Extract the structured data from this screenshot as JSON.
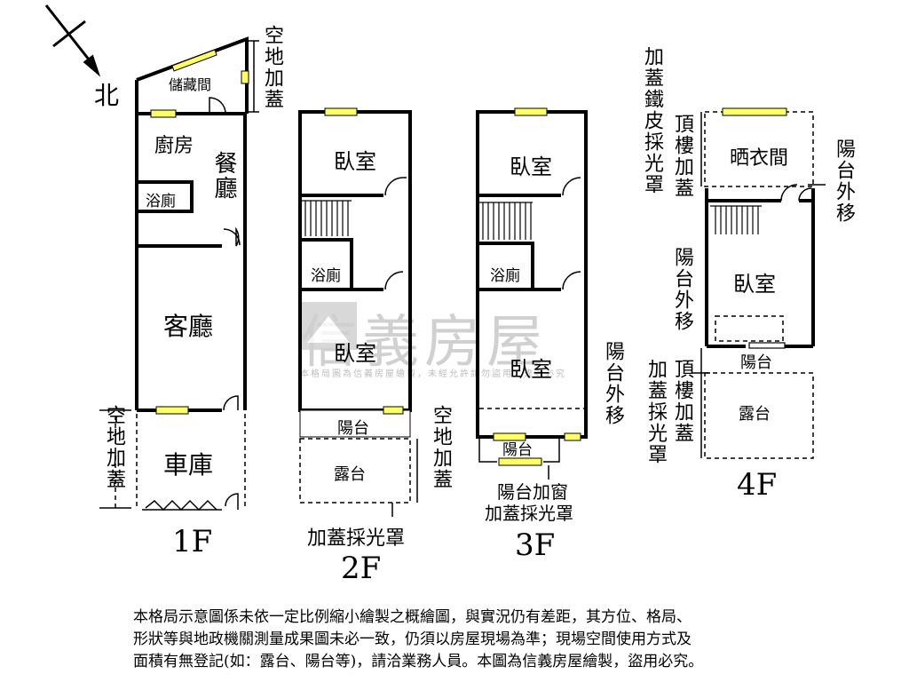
{
  "compass": {
    "north_label": "北"
  },
  "floors": {
    "f1": {
      "label": "1F",
      "rooms": {
        "storage": "儲藏間",
        "kitchen": "廚房",
        "dining": "餐廳",
        "bath": "浴廁",
        "living": "客廳",
        "garage": "車庫"
      },
      "notes": {
        "top_ext": "空地加蓋",
        "garage_ext": "空地加蓋"
      }
    },
    "f2": {
      "label": "2F",
      "rooms": {
        "bed_top": "臥室",
        "bath": "浴廁",
        "bed_bottom": "臥室",
        "balcony": "陽台",
        "terrace": "露台"
      },
      "notes": {
        "side_ext": "空地加蓋",
        "skylight": "加蓋採光罩"
      }
    },
    "f3": {
      "label": "3F",
      "rooms": {
        "bed_top": "臥室",
        "bath": "浴廁",
        "bed_bottom": "臥室",
        "balcony": "陽台"
      },
      "notes": {
        "balcony_moved": "陽台外移",
        "window_line1": "陽台加窗",
        "window_line2": "加蓋採光罩"
      }
    },
    "f4": {
      "label": "4F",
      "rooms": {
        "laundry": "晒衣間",
        "bed": "臥室",
        "balcony": "陽台",
        "terrace": "露台"
      },
      "notes": {
        "iron_skylight": "加蓋鐵皮採光罩",
        "roof_ext_top": "頂樓加蓋",
        "balcony_moved_right": "陽台外移",
        "balcony_moved_left": "陽台外移",
        "roof_ext_bottom": "頂樓加蓋",
        "skylight_left": "加蓋採光罩"
      }
    }
  },
  "watermark": {
    "brand": "信義房屋",
    "note": "本格局圖為信義房屋繪製，未經允許請勿盜用，違者必究"
  },
  "disclaimer": {
    "line1": "本格局示意圖係未依一定比例縮小繪製之概繪圖，與實況仍有差距，其方位、格局、",
    "line2": "形狀等與地政機關測量成果圖未必一致，仍須以房屋現場為準；現場空間使用方式及",
    "line3": "面積有無登記(如：露台、陽台等)，請洽業務人員。本圖為信義房屋繪製，盜用必究。"
  }
}
